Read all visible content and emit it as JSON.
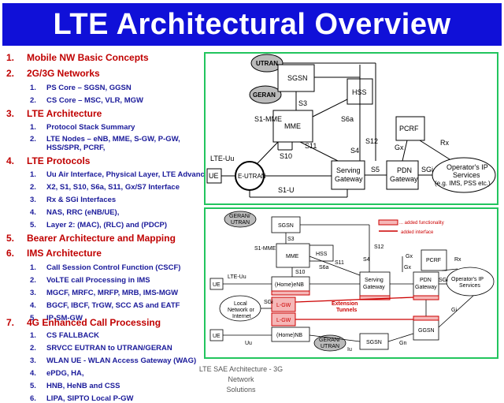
{
  "slide": {
    "title": "LTE Architectural Overview",
    "caption_line1": "LTE SAE Architecture - 3G Network",
    "caption_line2": "Solutions"
  },
  "outline": [
    {
      "num": "1.",
      "label": "Mobile NW Basic Concepts",
      "items": []
    },
    {
      "num": "2.",
      "label": "2G/3G Networks",
      "items": [
        {
          "num": "1.",
          "text": "PS Core – SGSN, GGSN"
        },
        {
          "num": "2.",
          "text": "CS Core – MSC, VLR, MGW"
        }
      ]
    },
    {
      "num": "3.",
      "label": "LTE Architecture",
      "items": [
        {
          "num": "1.",
          "text": "Protocol Stack Summary"
        },
        {
          "num": "2.",
          "text": "LTE Nodes – eNB, MME, S-GW, P-GW,",
          "cont": "HSS/SPR, PCRF,"
        }
      ]
    },
    {
      "num": "4.",
      "label": "LTE Protocols",
      "items": [
        {
          "num": "1.",
          "text": "Uu Air Interface, Physical Layer, LTE Advance"
        },
        {
          "num": "2.",
          "text": "X2, S1, S10, S6a, S11, Gx/S7 Interface"
        },
        {
          "num": "3.",
          "text": "Rx & SGi Interfaces"
        },
        {
          "num": "4.",
          "text": "NAS, RRC (eNB/UE),"
        },
        {
          "num": "5.",
          "text": "Layer 2: (MAC), (RLC) and (PDCP)"
        }
      ]
    },
    {
      "num": "5.",
      "label": "Bearer Architecture and Mapping",
      "items": []
    },
    {
      "num": "6.",
      "label": "IMS Architecture",
      "items": [
        {
          "num": "1.",
          "text": "Call Session Control Function (CSCF)"
        },
        {
          "num": "2.",
          "text": "VoLTE call Processing in IMS"
        },
        {
          "num": "3.",
          "text": "MGCF, MRFC, MRFP, MRB, IMS-MGW"
        },
        {
          "num": "4.",
          "text": "BGCF, IBCF, TrGW, SCC AS and EATF"
        },
        {
          "num": "5.",
          "text": "IP-SM-GW"
        }
      ]
    },
    {
      "num": "7.",
      "label": "4G Enhanced Call Processing",
      "items": [
        {
          "num": "1.",
          "text": "CS FALLBACK"
        },
        {
          "num": "2.",
          "text": "SRVCC EUTRAN to UTRAN/GERAN"
        },
        {
          "num": "3.",
          "text": "WLAN UE - WLAN Access Gateway (WAG)"
        },
        {
          "num": "4.",
          "text": "ePDG, HA,"
        },
        {
          "num": "5.",
          "text": "HNB, HeNB and CSS"
        },
        {
          "num": "6.",
          "text": "LIPA, SIPTO Local P-GW"
        }
      ]
    }
  ],
  "diagram1": {
    "utran": "UTRAN",
    "geran": "GERAN",
    "sgsn": "SGSN",
    "hss": "HSS",
    "mme": "MME",
    "pcrf": "PCRF",
    "ue": "UE",
    "eutran": "E-UTRAN",
    "serving_gw_1": "Serving",
    "serving_gw_2": "Gateway",
    "pdn_gw_1": "PDN",
    "pdn_gw_2": "Gateway",
    "ip_1": "Operator's IP",
    "ip_2": "Services",
    "ip_3": "(e.g. IMS, PSS etc.)",
    "s3": "S3",
    "s1mme": "S1-MME",
    "s6a": "S6a",
    "s11": "S11",
    "s10": "S10",
    "s4": "S4",
    "s12": "S12",
    "gx": "Gx",
    "rx": "Rx",
    "lteuu": "LTE-Uu",
    "s1u": "S1-U",
    "s5": "S5",
    "sgi": "SGi"
  },
  "diagram2": {
    "geran_utran_1": "GERAN/",
    "geran_utran_2": "UTRAN",
    "legend_func": "... added functionality",
    "legend_iface": "added interface",
    "sgsn_top": "SGSN",
    "hss": "HSS",
    "s3": "S3",
    "s1mme": "S1-MME",
    "s6a": "S6a",
    "mme": "MME",
    "s10": "S10",
    "s11": "S11",
    "s4": "S4",
    "s12": "S12",
    "gx1": "Gx",
    "pcrf": "PCRF",
    "rx": "Rx",
    "lteuu": "LTE-Uu",
    "ue1": "UE",
    "henb": "(Home)eNB",
    "sgw_1": "Serving",
    "sgw_2": "Gateway",
    "pdn_1": "PDN",
    "pdn_2": "Gateway",
    "gx2": "Gx",
    "sgi": "SGi",
    "ip_1": "Operator's IP",
    "ip_2": "Services",
    "lgw1": "L-GW",
    "local_1": "Local",
    "local_2": "Network or",
    "local_3": "Internet",
    "sgi2": "SGi",
    "ext_1": "Extension",
    "ext_2": "Tunnels",
    "gi": "Gi",
    "lgw2": "L-GW",
    "ue2": "UE",
    "uu": "Uu",
    "hnb": "(Home)NB",
    "geran_b_1": "GERAN/",
    "geran_b_2": "UTRAN",
    "iu": "Iu",
    "sgsn_bottom": "SGSN",
    "gn": "Gn",
    "ggsn": "GGSN"
  },
  "colors": {
    "title_bg": "#1010d8",
    "section": "#c00000",
    "subitem": "#1a1a9a",
    "frame": "#22c55e",
    "added": "#cc0000",
    "added_fill": "#f5b7b7"
  }
}
